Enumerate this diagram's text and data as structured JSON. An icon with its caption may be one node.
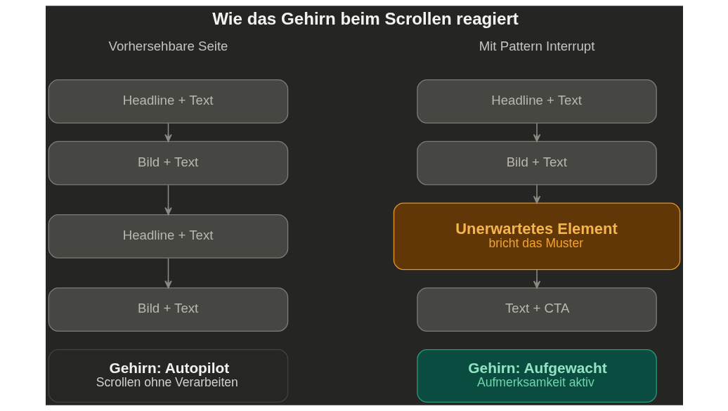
{
  "diagram": {
    "title": "Wie das Gehirn beim Scrollen reagiert",
    "nodes": [
      {
        "text": [
          "Headline + Text"
        ]
      },
      {
        "text": [
          "Bild + Text"
        ]
      },
      {
        "text": [
          "Headline + Text"
        ]
      },
      {
        "text": [
          "Bild + Text"
        ]
      },
      {
        "text": [
          "Gehirn: Autopilot",
          "Scrollen ohne Verarbeiten"
        ]
      },
      {
        "text": [
          "Headline + Text"
        ]
      },
      {
        "text": [
          "Bild + Text"
        ]
      },
      {
        "text": [
          "Unerwartetes Element",
          "bricht das Muster"
        ]
      },
      {
        "text": [
          "Text + CTA"
        ]
      },
      {
        "text": [
          "Gehirn: Aufgewacht",
          "Aufmerksamkeit aktiv"
        ]
      }
    ],
    "edges": [
      {
        "from": 0,
        "to": 1,
        "arrow": "to"
      },
      {
        "from": 1,
        "to": 2,
        "arrow": "to"
      },
      {
        "from": 2,
        "to": 3,
        "arrow": "to"
      },
      {
        "from": 5,
        "to": 6,
        "arrow": "to"
      },
      {
        "from": 6,
        "to": 7,
        "arrow": "to"
      },
      {
        "from": 7,
        "to": 8,
        "arrow": "to"
      }
    ],
    "labels": [
      "Vorhersehbare Seite",
      "Mit Pattern Interrupt"
    ]
  }
}
